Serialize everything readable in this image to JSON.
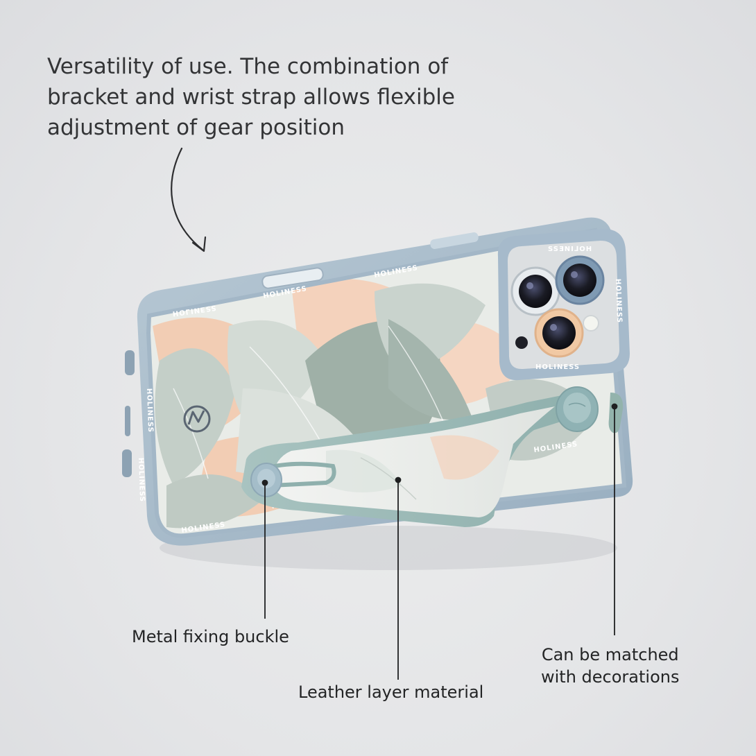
{
  "headline": {
    "lines": [
      "Versatility of use. The combination of",
      "bracket and wrist strap allows flexible",
      "adjustment of gear position"
    ]
  },
  "callouts": {
    "buckle": "Metal fixing buckle",
    "leather": "Leather layer material",
    "decorations": [
      "Can be matched",
      "with decorations"
    ]
  },
  "case_branding": "HOLINESS",
  "colors": {
    "background": "#e6e7e9",
    "case_frame": "#a9bccb",
    "strap": "#9dbab7",
    "print_peach": "#f2cdb4",
    "print_sage": "#b9c7bf",
    "text": "#2b2c2e"
  },
  "icons": [
    "curved-arrow-icon",
    "camera-lens-icon",
    "flash-icon",
    "logo-monogram-icon"
  ]
}
